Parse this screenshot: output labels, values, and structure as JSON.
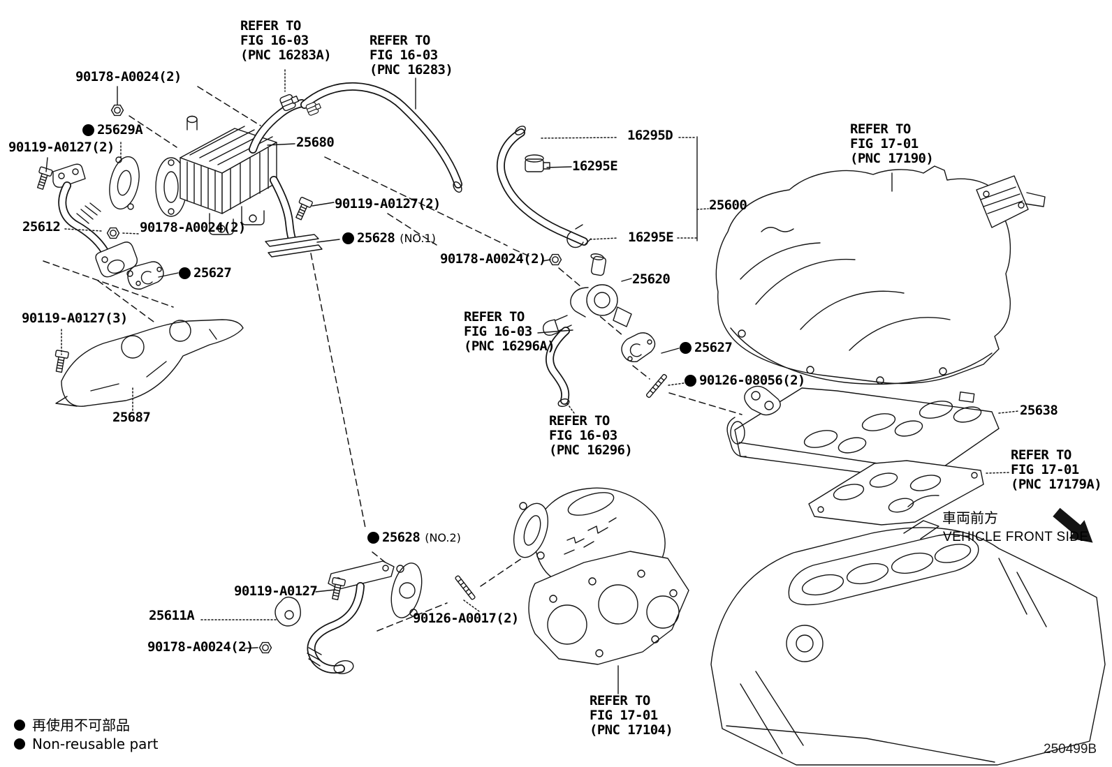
{
  "legend": {
    "jp": "再使用不可部品",
    "en": "Non-reusable part"
  },
  "direction": {
    "jp": "車両前方",
    "en": "VEHICLE FRONT SIDE"
  },
  "drawing_code": "250499B",
  "icons": {
    "non_reusable_dot": "filled-circle-bullet",
    "front_direction_arrow": "arrow-down-right"
  },
  "colors": {
    "line": "#141414",
    "background": "#ffffff",
    "text": "#000000"
  },
  "labels": {
    "nut_top": "90178-A0024(2)",
    "gasket_egr_inlet": "25629A",
    "bolt_upper_left": "90119-A0127(2)",
    "egr_cooler": "25680",
    "pipe_egr_no3": "25612",
    "nut_upper_left": "90178-A0024(2)",
    "bolt_cooler_outlet": "90119-A0127(2)",
    "gasket_no1": "25628",
    "gasket_no1_suffix": "(NO.1)",
    "gasket_egr_left": "25627",
    "hose_16295d": "16295D",
    "clamp_16295e_upper": "16295E",
    "egr_valve_assy": "25600",
    "clamp_16295e_lower": "16295E",
    "nut_valve": "90178-A0024(2)",
    "egr_valve": "25620",
    "bolt_bracket": "90119-A0127(3)",
    "bracket_egr": "25687",
    "gasket_egr_right": "25627",
    "stud_90126_08056": "90126-08056(2)",
    "plate_intake": "25638",
    "gasket_no2": "25628",
    "gasket_no2_suffix": "(NO.2)",
    "bolt_pipe_lower": "90119-A0127",
    "pipe_egr_no1": "25611A",
    "stud_90126_a0017": "90126-A0017(2)",
    "nut_pipe_lower": "90178-A0024(2)"
  },
  "refs": {
    "fig_16283a": "REFER TO\nFIG 16-03\n(PNC 16283A)",
    "fig_16283": "REFER TO\nFIG 16-03\n(PNC 16283)",
    "fig_17190": "REFER TO\nFIG 17-01\n(PNC 17190)",
    "fig_16296a": "REFER TO\nFIG 16-03\n(PNC 16296A)",
    "fig_16296": "REFER TO\nFIG 16-03\n(PNC 16296)",
    "fig_17179a": "REFER TO\nFIG 17-01\n(PNC 17179A)",
    "fig_17104": "REFER TO\nFIG 17-01\n(PNC 17104)"
  }
}
